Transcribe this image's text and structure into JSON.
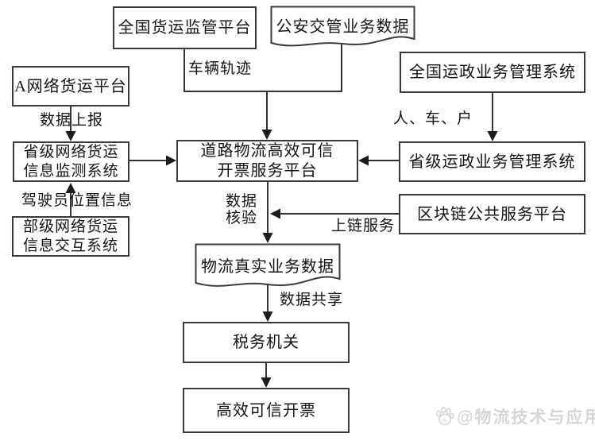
{
  "diagram": {
    "nodes": {
      "national_freight_platform": "全国货运监管平台",
      "public_security_traffic_data": "公安交管业务数据",
      "a_network_freight_platform": "A网络货运平台",
      "national_transport_mgmt_system": "全国运政业务管理系统",
      "provincial_network_freight_monitor": [
        "省级网络货运",
        "信息监测系统"
      ],
      "road_logistics_invoicing_platform": [
        "道路物流高效可信",
        "开票服务平台"
      ],
      "provincial_transport_mgmt_system": "省级运政业务管理系统",
      "blockchain_public_service_platform": "区块链公共服务平台",
      "ministerial_network_freight_exchange": [
        "部级网络货运",
        "信息交互系统"
      ],
      "logistics_real_business_data": "物流真实业务数据",
      "tax_authority": "税务机关",
      "efficient_trusted_invoicing": "高效可信开票"
    },
    "edge_labels": {
      "vehicle_trajectory": "车辆轨迹",
      "data_reporting": "数据上报",
      "driver_location_info": "驾驶员位置信息",
      "person_vehicle_household": "人、车、户",
      "data_verification": [
        "数据",
        "核验"
      ],
      "on_chain_service": "上链服务",
      "data_sharing": "数据共享"
    },
    "watermark": {
      "icon": "baidu-paw-icon",
      "icon_text": "du",
      "text": "@物流技术与应用",
      "color": "#d6d6d6"
    },
    "colors": {
      "background": "#ffffff",
      "line": "#333333",
      "border": "#3a3a3a",
      "text": "#141414"
    }
  }
}
